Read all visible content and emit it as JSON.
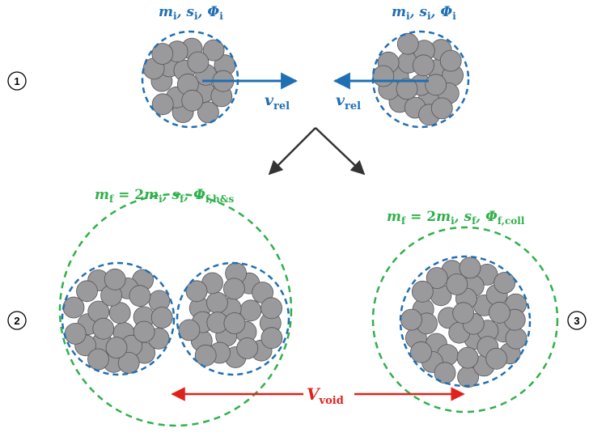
{
  "colors": {
    "initial": "#1f6fb4",
    "final": "#2fb04a",
    "void": "#e0221c",
    "particle_fill": "#9a9a9c",
    "particle_stroke": "#55555a"
  },
  "labels": {
    "initial_left": {
      "m": "m",
      "m_sub": "i",
      "s": "s",
      "s_sub": "i",
      "phi": "Φ",
      "phi_sub": "i"
    },
    "initial_right": {
      "m": "m",
      "m_sub": "i",
      "s": "s",
      "s_sub": "i",
      "phi": "Φ",
      "phi_sub": "i"
    },
    "velocity_left": {
      "v": "v",
      "v_sub": "rel"
    },
    "velocity_right": {
      "v": "v",
      "v_sub": "rel"
    },
    "final_hit_stick": {
      "m": "m",
      "m_sub": "f",
      "eq": " = 2",
      "m2": "m",
      "m2_sub": "i",
      "s": "s",
      "s_sub": "f",
      "phi": "Φ",
      "phi_sub": "f,h&s"
    },
    "final_collapse": {
      "m": "m",
      "m_sub": "f",
      "eq": " = 2",
      "m2": "m",
      "m2_sub": "i",
      "s": "s",
      "s_sub": "f",
      "phi": "Φ",
      "phi_sub": "f,coll"
    },
    "void": {
      "v": "V",
      "v_sub": "void"
    }
  },
  "cases": [
    {
      "id": "1"
    },
    {
      "id": "2"
    },
    {
      "id": "3"
    }
  ]
}
